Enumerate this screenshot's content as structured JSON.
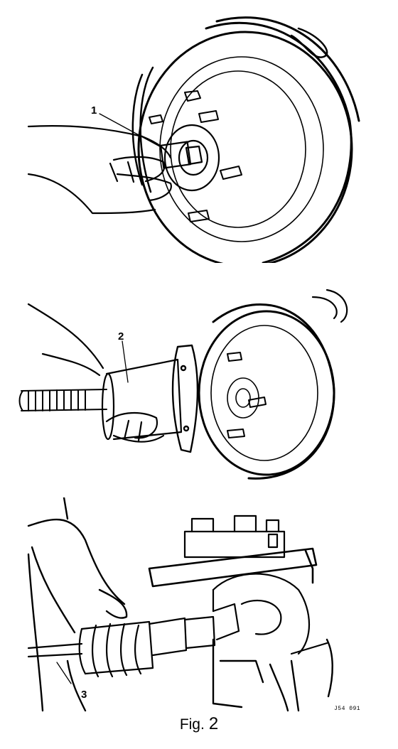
{
  "callouts": {
    "one": "1",
    "two": "2",
    "three": "3"
  },
  "reference_code": "J54 091",
  "caption": {
    "prefix": "Fig.",
    "number": "2"
  }
}
